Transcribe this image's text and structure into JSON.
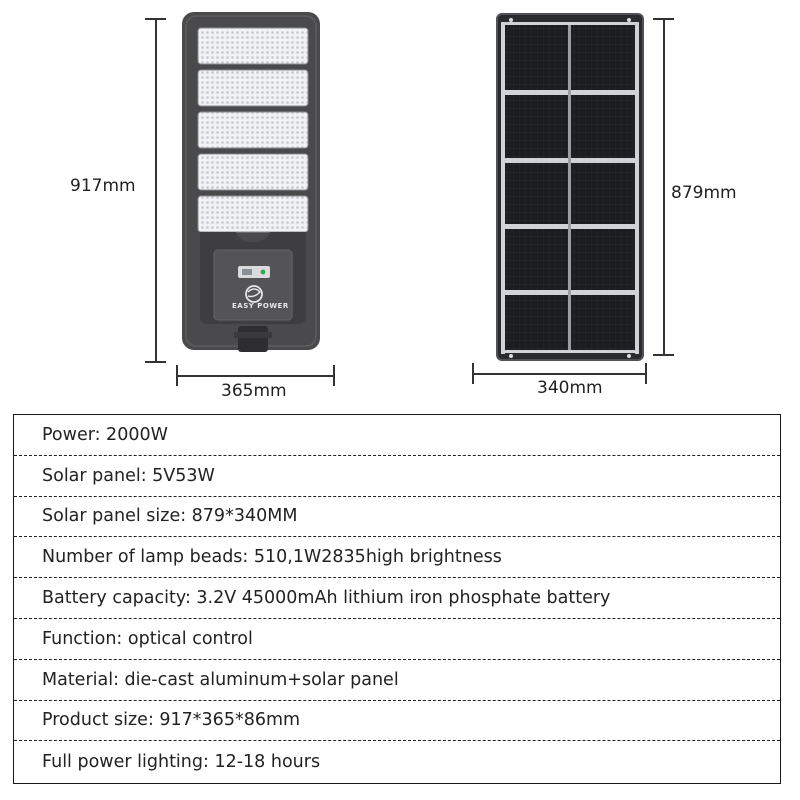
{
  "lamp": {
    "height_label": "917mm",
    "width_label": "365mm",
    "brand_text": "EASY POWER"
  },
  "panel": {
    "height_label": "879mm",
    "width_label": "340mm"
  },
  "specs": [
    "Power: 2000W",
    "Solar panel: 5V53W",
    "Solar panel size: 879*340MM",
    "Number of lamp beads: 510,1W2835high brightness",
    "Battery capacity: 3.2V 45000mAh lithium iron phosphate battery",
    "Function: optical control",
    "Material: die-cast aluminum+solar panel",
    "Product size: 917*365*86mm",
    "Full power lighting: 12-18 hours"
  ]
}
